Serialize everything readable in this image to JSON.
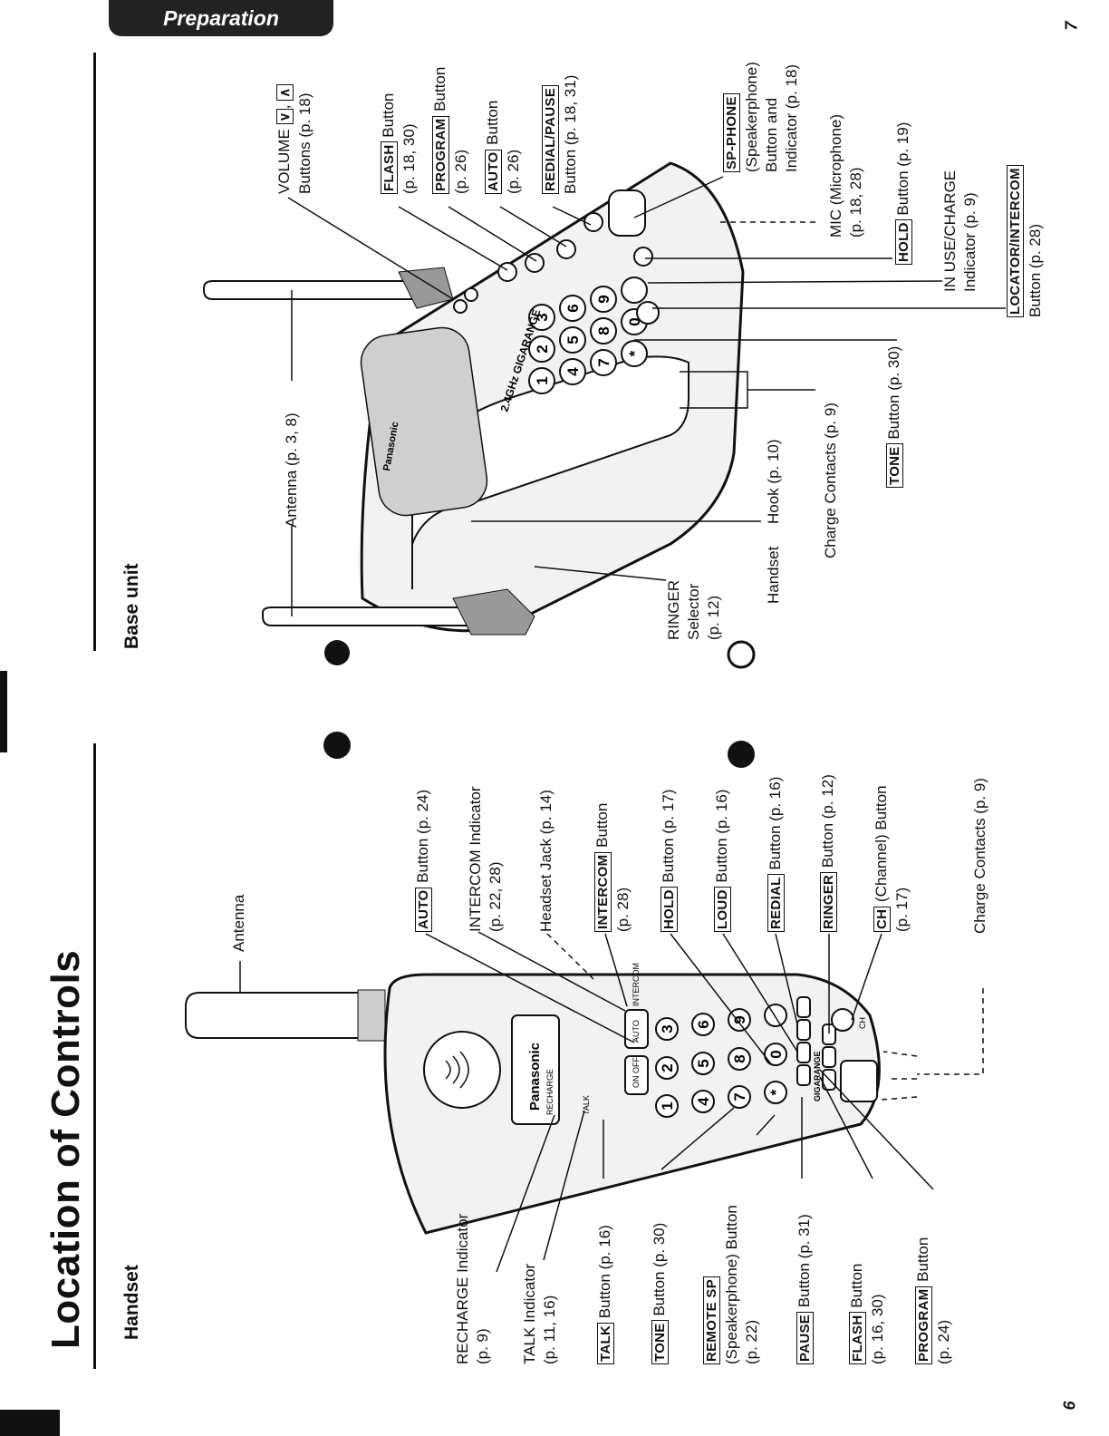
{
  "header_tab": "Preparation",
  "page_left": "6",
  "page_right": "7",
  "title": "Location of Controls",
  "handset": {
    "heading": "Handset",
    "antenna": "Antenna",
    "recharge_1": "RECHARGE Indicator",
    "recharge_2": "(p. 9)",
    "talk_ind_1": "TALK Indicator",
    "talk_ind_2": "(p. 11, 16)",
    "talk_key": "TALK",
    "talk_rest": "Button (p. 16)",
    "tone_key": "TONE",
    "tone_rest": "Button (p. 30)",
    "remote_key": "REMOTE SP",
    "remote_2": "(Speakerphone) Button",
    "remote_3": "(p. 22)",
    "pause_key": "PAUSE",
    "pause_rest": "Button (p. 31)",
    "flash_key": "FLASH",
    "flash_rest": "Button",
    "flash_2": "(p. 16, 30)",
    "program_key": "PROGRAM",
    "program_rest": "Button",
    "program_2": "(p. 24)",
    "auto_key": "AUTO",
    "auto_rest": "Button (p. 24)",
    "intercom_ind_1": "INTERCOM Indicator",
    "intercom_ind_2": "(p. 22, 28)",
    "headset_jack": "Headset Jack (p. 14)",
    "intercom_key": "INTERCOM",
    "intercom_rest": "Button",
    "intercom_2": "(p. 28)",
    "hold_key": "HOLD",
    "hold_rest": "Button (p. 17)",
    "loud_key": "LOUD",
    "loud_rest": "Button (p. 16)",
    "redial_key": "REDIAL",
    "redial_rest": "Button (p. 16)",
    "ringer_key": "RINGER",
    "ringer_rest": "Button (p. 12)",
    "ch_key": "CH",
    "ch_rest": "(Channel) Button",
    "ch_2": "(p. 17)",
    "charge_contacts": "Charge Contacts (p. 9)",
    "device_brand": "Panasonic",
    "device_recharge": "RECHARGE",
    "device_talk": "TALK",
    "device_onoff": "ON OFF",
    "device_auto": "AUTO",
    "device_intercom": "INTERCOM",
    "device_gigarange": "GIGARANGE",
    "device_ch": "CH"
  },
  "base": {
    "heading": "Base unit",
    "antenna": "Antenna (p. 3, 8)",
    "volume_1": "VOLUME",
    "volume_2": "Buttons (p. 18)",
    "flash_key": "FLASH",
    "flash_rest": "Button",
    "flash_2": "(p. 18, 30)",
    "program_key": "PROGRAM",
    "program_rest": "Button",
    "program_2": "(p. 26)",
    "auto_key": "AUTO",
    "auto_rest": "Button",
    "auto_2": "(p. 26)",
    "redial_key": "REDIAL/PAUSE",
    "redial_2": "Button (p. 18, 31)",
    "sp_key": "SP-PHONE",
    "sp_2": "(Speakerphone)",
    "sp_3": "Button and",
    "sp_4": "Indicator (p. 18)",
    "mic_1": "MIC (Microphone)",
    "mic_2": "(p. 18, 28)",
    "hold_key": "HOLD",
    "hold_rest": "Button (p. 19)",
    "inuse_1": "IN USE/CHARGE",
    "inuse_2": "Indicator (p. 9)",
    "locator_key": "LOCATOR/INTERCOM",
    "locator_2": "Button (p. 28)",
    "tone_key": "TONE",
    "tone_rest": "Button (p. 30)",
    "charge_contacts": "Charge Contacts (p. 9)",
    "hook": "Hook (p. 10)",
    "handset": "Handset",
    "ringer_1": "RINGER",
    "ringer_2": "Selector",
    "ringer_3": "(p. 12)",
    "device_brand": "Panasonic",
    "device_gigarange": "2.4GHz GIGARANGE"
  }
}
